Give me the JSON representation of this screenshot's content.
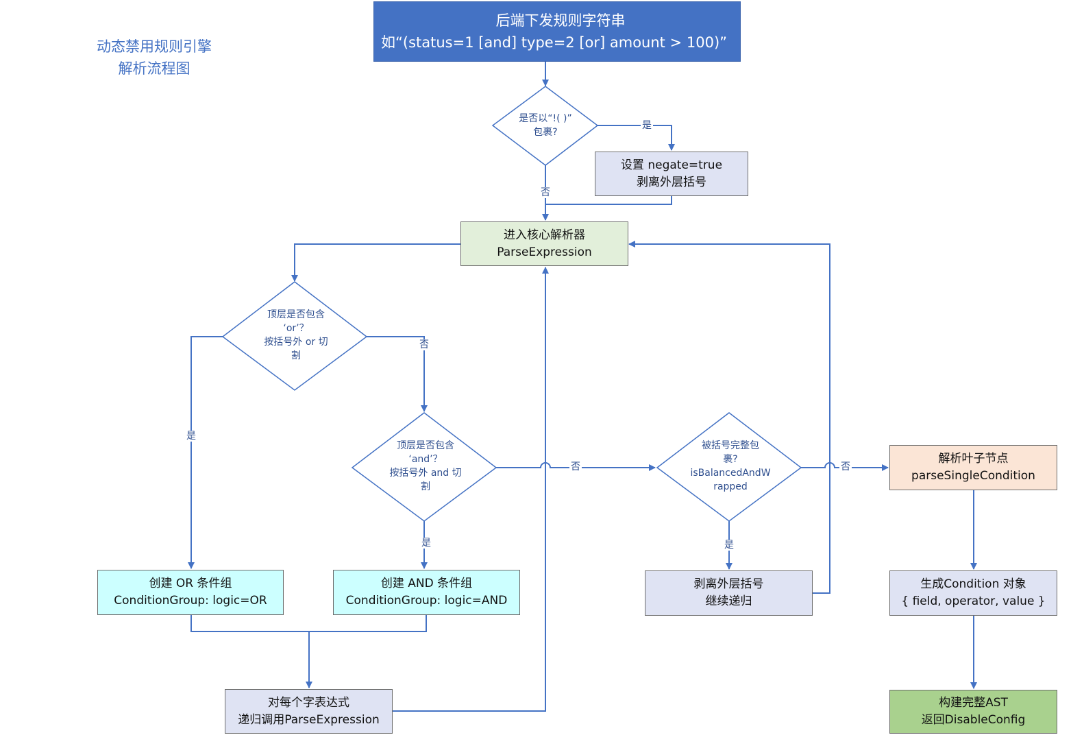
{
  "title": {
    "line1": "动态禁用规则引擎",
    "line2": "解析流程图"
  },
  "nodes": {
    "start": {
      "line1": "后端下发规则字符串",
      "line2": "如“(status=1  [and]  type=2  [or]  amount > 100)”"
    },
    "decision_negate": {
      "line1": "是否以“!( )”",
      "line2": "包裹?"
    },
    "set_negate": {
      "line1": "设置 negate=true",
      "line2": "剥离外层括号"
    },
    "core_parser": {
      "line1": "进入核心解析器",
      "line2": "ParseExpression"
    },
    "decision_or": {
      "line1": "顶层是否包含",
      "line2": "‘or’？",
      "line3": "按括号外 or 切",
      "line4": "割"
    },
    "decision_and": {
      "line1": "顶层是否包含",
      "line2": "‘and’？",
      "line3": "按括号外 and 切",
      "line4": "割"
    },
    "decision_balanced": {
      "line1": "被括号完整包",
      "line2": "裹?",
      "line3": "isBalancedAndW",
      "line4": "rapped"
    },
    "leaf": {
      "line1": "解析叶子节点",
      "line2": "parseSingleCondition"
    },
    "or_group": {
      "line1": "创建 OR 条件组",
      "line2": "ConditionGroup: logic=OR"
    },
    "and_group": {
      "line1": "创建 AND 条件组",
      "line2": "ConditionGroup: logic=AND"
    },
    "strip_parens": {
      "line1": "剥离外层括号",
      "line2": "继续递归"
    },
    "condition_obj": {
      "line1": "生成Condition 对象",
      "line2": "{ field, operator, value }"
    },
    "recurse": {
      "line1": "对每个字表达式",
      "line2": "递归调用ParseExpression"
    },
    "build_ast": {
      "line1": "构建完整AST",
      "line2": "返回DisableConfig"
    }
  },
  "edge_labels": {
    "negate_yes": "是",
    "negate_no": "否",
    "or_no": "否",
    "or_yes": "是",
    "and_yes": "是",
    "and_no": "否",
    "balanced_no": "否",
    "balanced_yes": "是"
  },
  "colors": {
    "line": "#4472c4",
    "start_fill": "#4472c4",
    "process_fill": "#dfe3f3",
    "core_fill": "#e2efda",
    "leaf_fill": "#fbe5d6",
    "group_fill": "#ccffff",
    "end_fill": "#a9d18e"
  }
}
